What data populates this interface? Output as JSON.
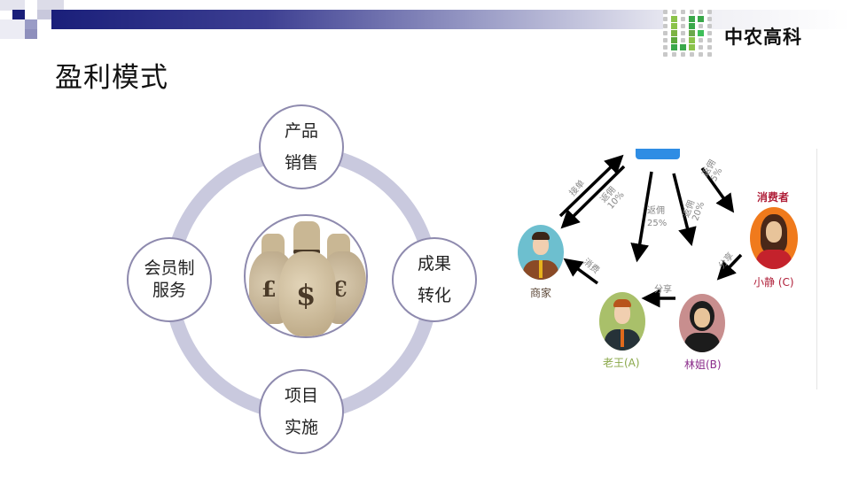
{
  "header": {
    "title": "盈利模式",
    "logo_text": "中农高科",
    "bar_color": "#1a1f7a"
  },
  "cycle_diagram": {
    "center_icon": "money-bags-icon",
    "center_symbols": [
      "£",
      "$",
      "€"
    ],
    "nodes": {
      "top": {
        "line1": "产品",
        "line2": "销售"
      },
      "right": {
        "line1": "成果",
        "line2": "转化"
      },
      "bottom": {
        "line1": "项目",
        "line2": "实施"
      },
      "left": {
        "line1": "会员制",
        "line2": "服务"
      }
    },
    "ring_color": "#c9c9de"
  },
  "flow_diagram": {
    "consumer_heading": "消费者",
    "people": {
      "merchant": {
        "label": "商家",
        "color": "#5b4636"
      },
      "laowang": {
        "label": "老王(A)",
        "color": "#8aa84a"
      },
      "linjie": {
        "label": "林姐(B)",
        "color": "#8a2b8a"
      },
      "xiaojing": {
        "label": "小静 (C)",
        "color": "#b0203a"
      }
    },
    "arrows": {
      "to_platform": "接单",
      "commission_merchant": "返佣",
      "commission_merchant_pct": "10%",
      "commission_a": "返佣",
      "commission_a_pct": "25%",
      "commission_b": "返佣",
      "commission_b_pct": "20%",
      "commission_c": "返佣",
      "commission_c_pct": "5%",
      "consume": "消费",
      "share_b_to_a": "分享",
      "share_c_to_b": "分享"
    }
  }
}
